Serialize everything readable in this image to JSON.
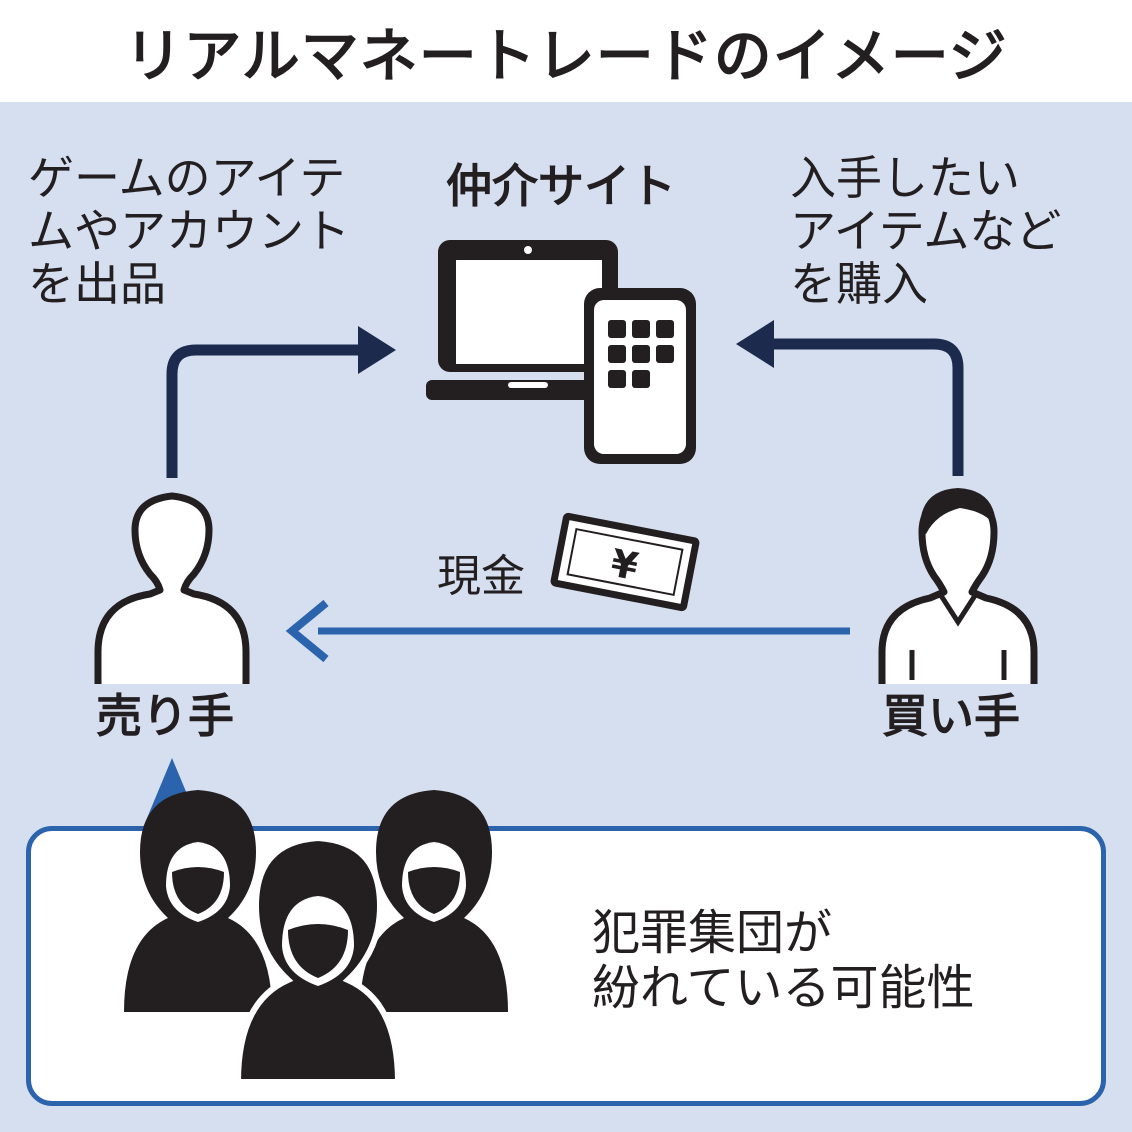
{
  "title": "リアルマネートレードのイメージ",
  "site": {
    "label": "仲介サイト",
    "name_icon": "laptop-smartphone-icon"
  },
  "seller": {
    "label": "売り手",
    "caption_lines": [
      "ゲームのアイテ",
      "ムやアカウント",
      "を出品"
    ]
  },
  "buyer": {
    "label": "買い手",
    "caption_lines": [
      "入手したい",
      "アイテムなど",
      "を購入"
    ]
  },
  "cash": {
    "label": "現金",
    "symbol": "¥"
  },
  "risk": {
    "text_lines": [
      "犯罪集団が",
      "紛れている可能性"
    ]
  },
  "colors": {
    "background": "#d6dff0",
    "navy_arrow": "#1c2a4e",
    "blue_arrow": "#2b63ad",
    "ink": "#231f20"
  }
}
